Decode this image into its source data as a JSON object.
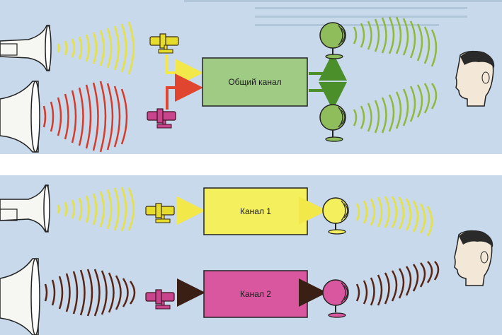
{
  "diagram": {
    "top": {
      "channel_label": "Общий канал",
      "box_color": "#9fcb85"
    },
    "bottom": {
      "channel1_label": "Канал 1",
      "channel2_label": "Канал 2",
      "box1_color": "#f4ef5c",
      "box2_color": "#d9579f"
    },
    "colors": {
      "panel_bg": "#c7d9ea",
      "yellow_wave": "#e8e23a",
      "red_wave": "#d83a2a",
      "green_wave": "#8fb93a",
      "dark_wave": "#5a2414",
      "yellow_mic": "#e6dc2c",
      "magenta_mic": "#c8448c",
      "green_speaker": "#8fbd5c",
      "arrow_green": "#4a8f2a",
      "arrow_dark": "#3a1f14"
    }
  }
}
